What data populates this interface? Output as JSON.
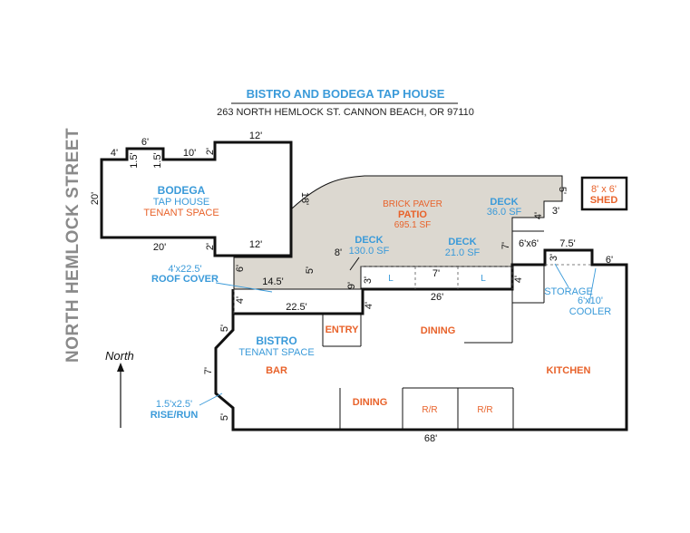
{
  "header": {
    "title": "BISTRO AND BODEGA TAP HOUSE",
    "address": "263 NORTH HEMLOCK ST. CANNON BEACH, OR 97110"
  },
  "street_label": "NORTH HEMLOCK STREET",
  "north_label": "North",
  "colors": {
    "blue": "#3a9ad9",
    "orange": "#e8622a",
    "patio_fill": "#dcd8d0",
    "wall": "#111111",
    "street": "#8a8a8a"
  },
  "spaces": {
    "bodega": {
      "name": "BODEGA",
      "line2": "TAP HOUSE",
      "line3": "TENANT SPACE"
    },
    "bistro": {
      "name": "BISTRO",
      "line2": "TENANT SPACE"
    },
    "patio": {
      "line1": "BRICK PAVER",
      "name": "PATIO",
      "area": "695.1 SF"
    },
    "shed": {
      "size": "8' x 6'",
      "name": "SHED"
    }
  },
  "decks": [
    {
      "name": "DECK",
      "area": "130.0 SF"
    },
    {
      "name": "DECK",
      "area": "21.0 SF"
    },
    {
      "name": "DECK",
      "area": "36.0 SF"
    }
  ],
  "rooms": {
    "entry": "ENTRY",
    "dining_top": "DINING",
    "dining_bottom": "DINING",
    "bar": "BAR",
    "kitchen": "KITCHEN",
    "rr1": "R/R",
    "rr2": "R/R",
    "storage": "STORAGE",
    "cooler_size": "6'x10'",
    "cooler": "COOLER",
    "roof_cover_size": "4'x22.5'",
    "roof_cover": "ROOF COVER",
    "rise_run_size": "1.5'x2.5'",
    "rise_run": "RISE/RUN",
    "l1": "L",
    "l2": "L"
  },
  "dimensions": {
    "d4": "4'",
    "d6a": "6'",
    "d10": "10'",
    "d12a": "12'",
    "d15a": "1.5'",
    "d15b": "1.5'",
    "d2a": "2'",
    "d20a": "20'",
    "d20b": "20'",
    "d2b": "2'",
    "d12b": "12'",
    "d18": "18'",
    "d5a": "5'",
    "d4b": "4'",
    "d3a": "3'",
    "d6x6": "6'x6'",
    "d7a": "7'",
    "d75": "7.5'",
    "d3b": "3'",
    "d6b": "6'",
    "d8": "8'",
    "d6c": "6'",
    "d5b": "5'",
    "d145": "14.5'",
    "d3c": "3'",
    "d9": "9'",
    "d7b": "7'",
    "d4c": "4'",
    "d26": "26'",
    "d4d": "4'",
    "d225": "22.5'",
    "d4e": "4'",
    "d5c": "5'",
    "d7c": "7'",
    "d5d": "5'",
    "d68": "68'"
  }
}
